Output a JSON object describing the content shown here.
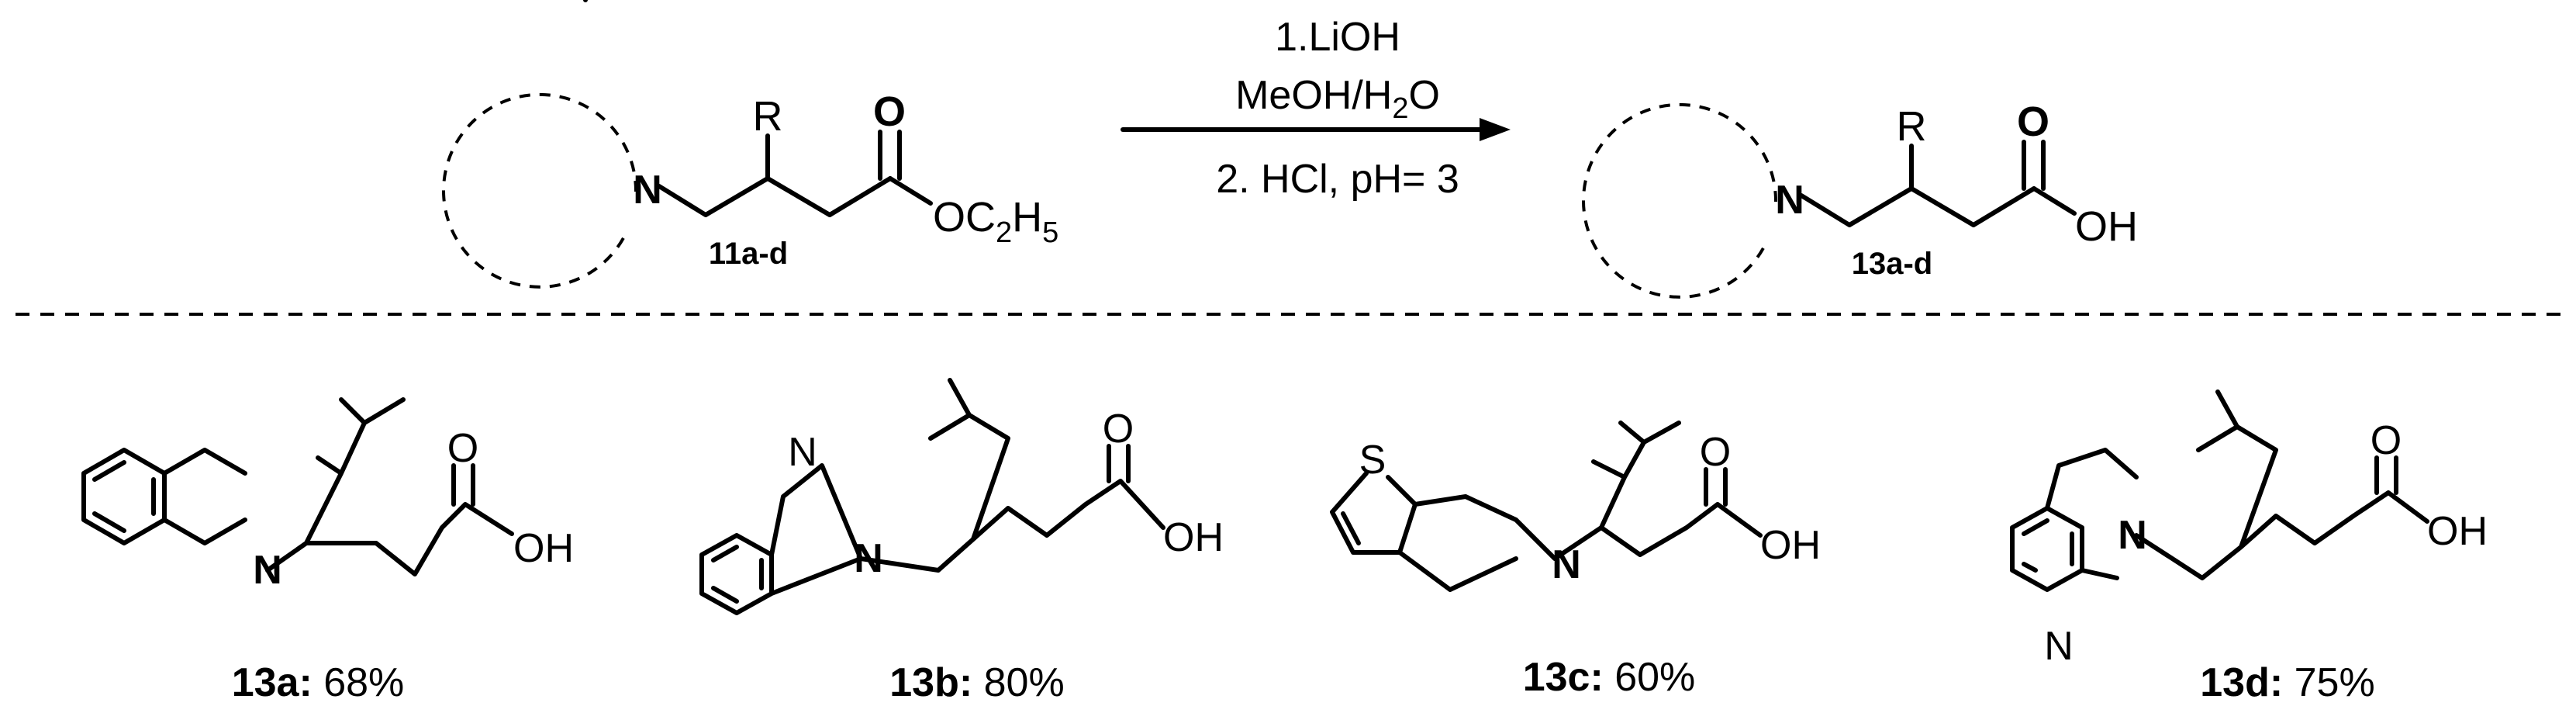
{
  "colors": {
    "nitrogen": "#1a1aff",
    "oxygen": "#ff0000",
    "ink": "#000000"
  },
  "reaction": {
    "conditions": {
      "step1": "1.LiOH",
      "solvent_prefix": "MeOH/H",
      "solvent_sub": "2",
      "solvent_suffix": "O",
      "step2": "2. HCl, pH= 3"
    },
    "reactant": {
      "label": "11a-d",
      "n": "N",
      "r": "R",
      "carbonyl_o": "O",
      "ester_prefix": "OC",
      "ester_sub1": "2",
      "ester_mid": "H",
      "ester_sub2": "5"
    },
    "product": {
      "label": "13a-d",
      "n": "N",
      "r": "R",
      "carbonyl_o": "O",
      "oh": "OH"
    }
  },
  "compounds": [
    {
      "id": "13a:",
      "yield": " 68%",
      "atoms": {
        "n": "N",
        "o": "O",
        "oh": "OH"
      }
    },
    {
      "id": "13b:",
      "yield": " 80%",
      "atoms": {
        "n1": "N",
        "n2": "N",
        "o": "O",
        "oh": "OH"
      }
    },
    {
      "id": "13c:",
      "yield": " 60%",
      "atoms": {
        "s": "S",
        "n": "N",
        "o": "O",
        "oh": "OH"
      }
    },
    {
      "id": "13d:",
      "yield": " 75%",
      "atoms": {
        "n1": "N",
        "n2": "N",
        "o": "O",
        "oh": "OH"
      }
    }
  ]
}
